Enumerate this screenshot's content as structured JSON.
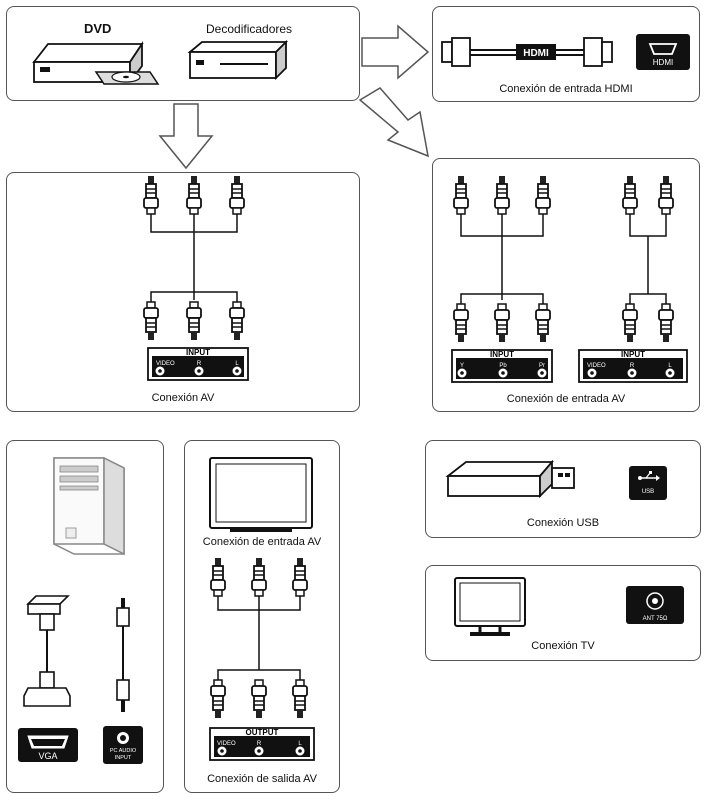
{
  "sources": {
    "dvd": "DVD",
    "decoder": "Decodificadores"
  },
  "hdmi": {
    "cable_text": "HDMI",
    "port_text": "HDMI",
    "caption": "Conexión de entrada HDMI"
  },
  "av_panel": {
    "input_title": "INPUT",
    "labels": [
      "VIDEO",
      "R",
      "L"
    ],
    "caption": "Conexión  AV"
  },
  "av_right": {
    "component_title": "INPUT",
    "component_labels": [
      "Y",
      "Pb",
      "Pr"
    ],
    "av_title": "INPUT",
    "av_labels": [
      "VIDEO",
      "R",
      "L"
    ],
    "caption": "Conexión de entrada AV"
  },
  "usb": {
    "port_text": "USB",
    "caption": "Conexión USB"
  },
  "tv": {
    "port_text": "ANT 75Ω",
    "caption": "Conexión TV"
  },
  "pc": {
    "vga_text": "VGA",
    "audio_text_1": "PC AUDIO",
    "audio_text_2": "INPUT"
  },
  "av_out": {
    "caption_top": "Conexión de entrada AV",
    "output_title": "OUTPUT",
    "labels": [
      "VIDEO",
      "R",
      "L"
    ],
    "caption": "Conexión de salida AV"
  }
}
